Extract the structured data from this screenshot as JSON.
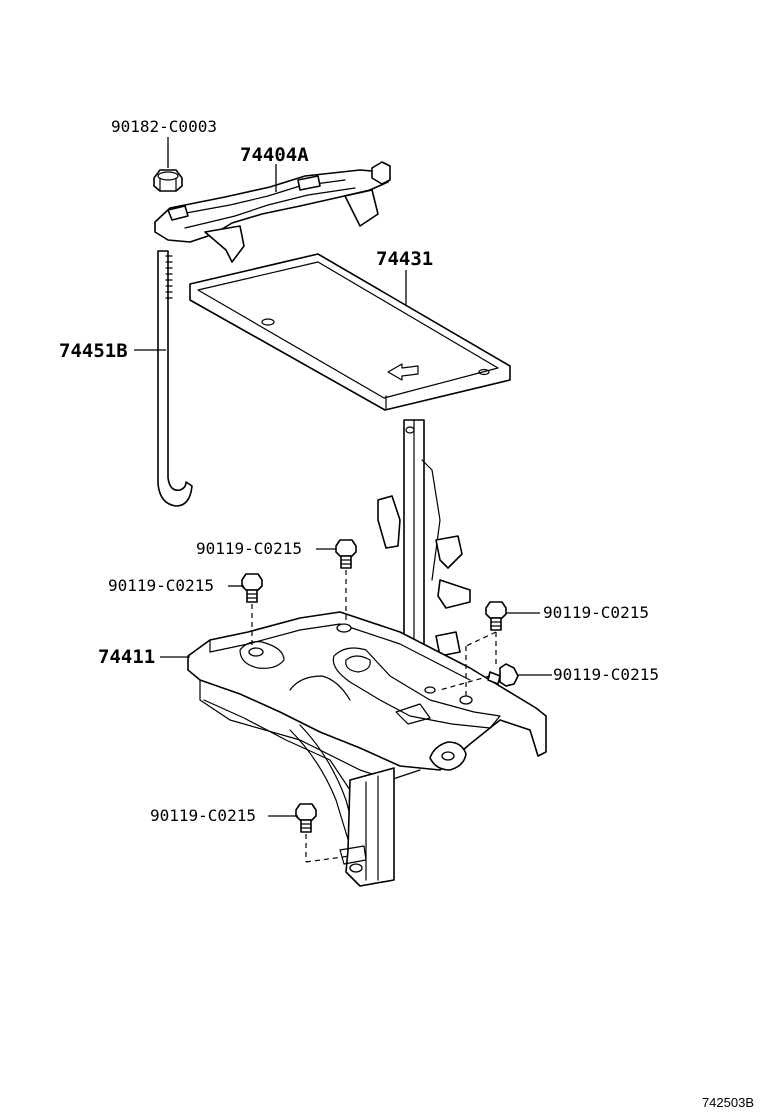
{
  "diagram": {
    "catalog_number": "742503B",
    "callouts": {
      "nut": "90182-C0003",
      "clamp": "74404A",
      "tray": "74431",
      "rod": "74451B",
      "bolt_a": "90119-C0215",
      "bolt_b": "90119-C0215",
      "bolt_c": "90119-C0215",
      "bolt_d": "90119-C0215",
      "carrier": "74411",
      "bolt_e": "90119-C0215"
    }
  }
}
